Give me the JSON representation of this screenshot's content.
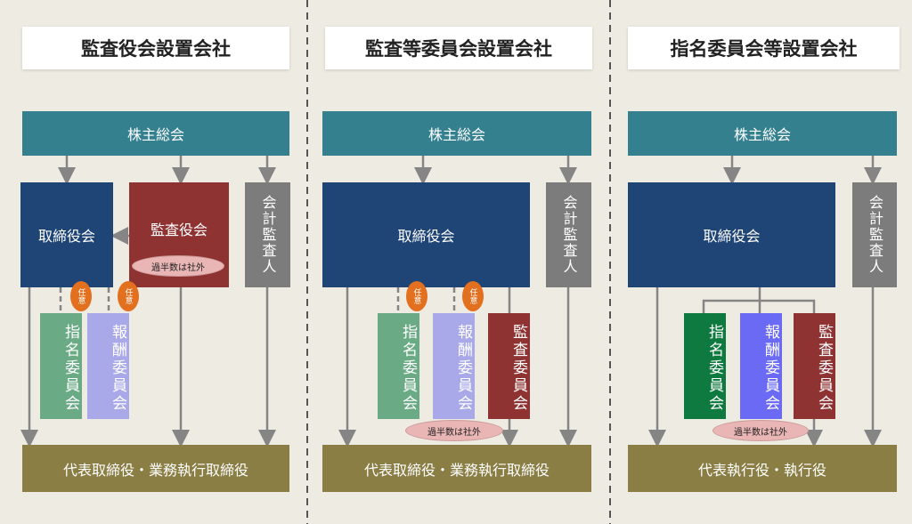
{
  "panels": [
    {
      "title": "監査役会設置会社",
      "shareholders": "株主総会",
      "board": "取締役会",
      "auditors_board": "監査役会",
      "majority": "過半数は社外",
      "accounting_auditor": "会計監査人",
      "nomination": "指名委員会",
      "compensation": "報酬委員会",
      "optional": "任意",
      "bottom": "代表取締役・業務執行取締役"
    },
    {
      "title": "監査等委員会設置会社",
      "shareholders": "株主総会",
      "board": "取締役会",
      "accounting_auditor": "会計監査人",
      "nomination": "指名委員会",
      "compensation": "報酬委員会",
      "audit_committee": "監査委員会",
      "optional": "任意",
      "majority": "過半数は社外",
      "bottom": "代表取締役・業務執行取締役"
    },
    {
      "title": "指名委員会等設置会社",
      "shareholders": "株主総会",
      "board": "取締役会",
      "accounting_auditor": "会計監査人",
      "nomination": "指名委員会",
      "compensation": "報酬委員会",
      "audit_committee": "監査委員会",
      "majority": "過半数は社外",
      "bottom": "代表執行役・執行役"
    }
  ]
}
